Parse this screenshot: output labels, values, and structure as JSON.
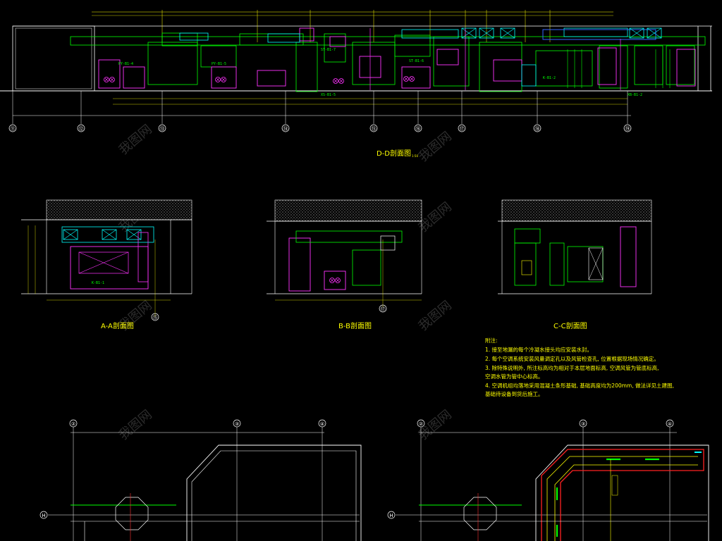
{
  "sections": {
    "dd_title": "D-D剖面图",
    "aa_title": "A-A剖面图",
    "bb_title": "B-B剖面图",
    "cc_title": "C-C剖面图",
    "scale": "1:50"
  },
  "equipment": {
    "pf1": "PY-B1-4",
    "pf2": "PY-B1-5",
    "st1": "ST-B1-7",
    "xs1": "XS-B1-5",
    "st2": "ST-B1-6",
    "k1": "K-B1-2",
    "k2": "K-B1-1",
    "xb": "XB-B1-2"
  },
  "grid_axes": {
    "dd": [
      "⑪",
      "⑫",
      "⑬",
      "⑭",
      "⑮",
      "⑯",
      "⑰",
      "⑱",
      "⑲"
    ],
    "aa": "⑮",
    "bb": "⑰",
    "plan_left": [
      "②",
      "③",
      "④"
    ],
    "plan_right": [
      "②",
      "③",
      "④"
    ],
    "row": "H"
  },
  "notes": {
    "heading": "附注:",
    "lines": [
      "1. 接至地漏的每个冷凝水接头均应安装水封。",
      "2. 每个空调系统安装风量调定孔以及风管检查孔, 位置根据现场情况确定。",
      "3. 除特殊说明外, 所注标高均为相对于本层地面标高, 空调风管为管底标高,",
      "   空调水管为管中心标高。",
      "4. 空调机组均落地采用混凝土条形基础, 基础高度均为200mm, 做法详见土建图,",
      "   基础待设备到货后施工。"
    ]
  },
  "watermark": "我图网"
}
